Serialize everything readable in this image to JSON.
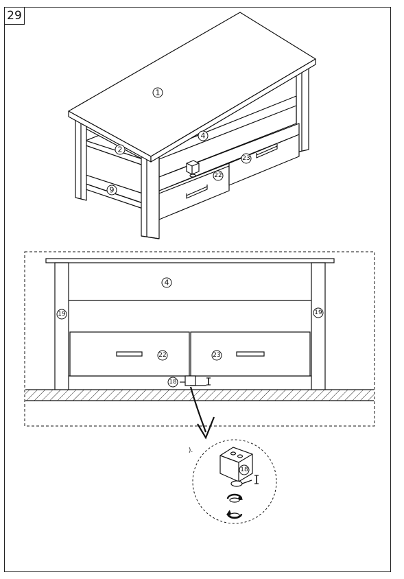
{
  "step_number": "29",
  "labels": {
    "panel_top": "1",
    "shelf_mid": "2",
    "back_panel": "4",
    "shelf_bottom": "9",
    "drawer_left": "22",
    "drawer_right": "23",
    "side_panel": "19",
    "leveler_foot": "18"
  },
  "height_mark": "I",
  "stray_mark": ")."
}
